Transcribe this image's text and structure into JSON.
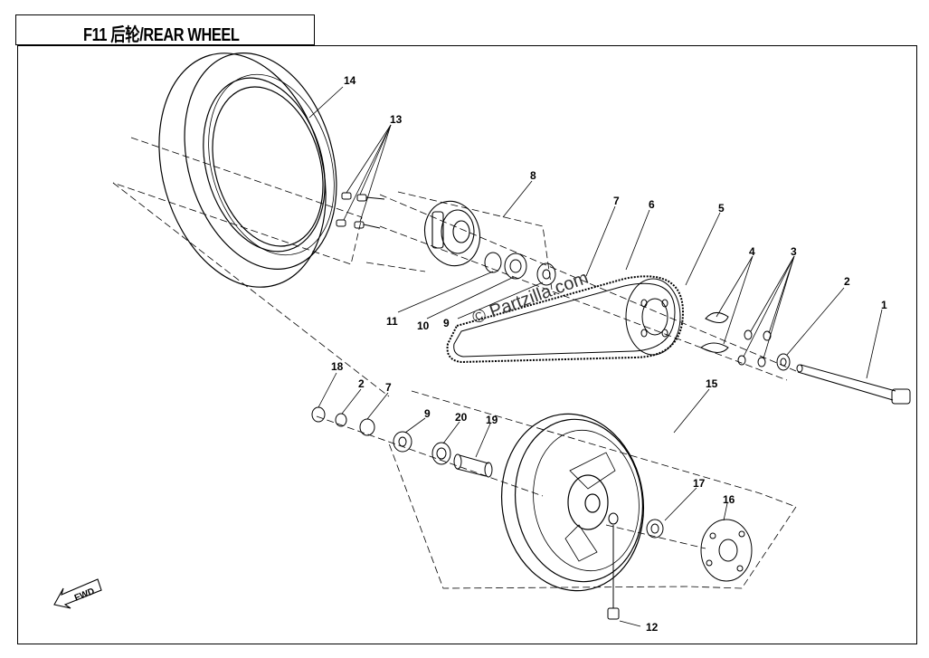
{
  "header": {
    "title": "F11  后轮/REAR WHEEL"
  },
  "watermark": "© Partzilla.com",
  "fwd_label": "FWD",
  "callouts": {
    "p1": "1",
    "p2a": "2",
    "p2b": "2",
    "p3": "3",
    "p4": "4",
    "p5": "5",
    "p6": "6",
    "p7a": "7",
    "p7b": "7",
    "p8": "8",
    "p9a": "9",
    "p9b": "9",
    "p10": "10",
    "p11": "11",
    "p12": "12",
    "p13": "13",
    "p14": "14",
    "p15": "15",
    "p16": "16",
    "p17": "17",
    "p18": "18",
    "p19": "19",
    "p20": "20"
  }
}
